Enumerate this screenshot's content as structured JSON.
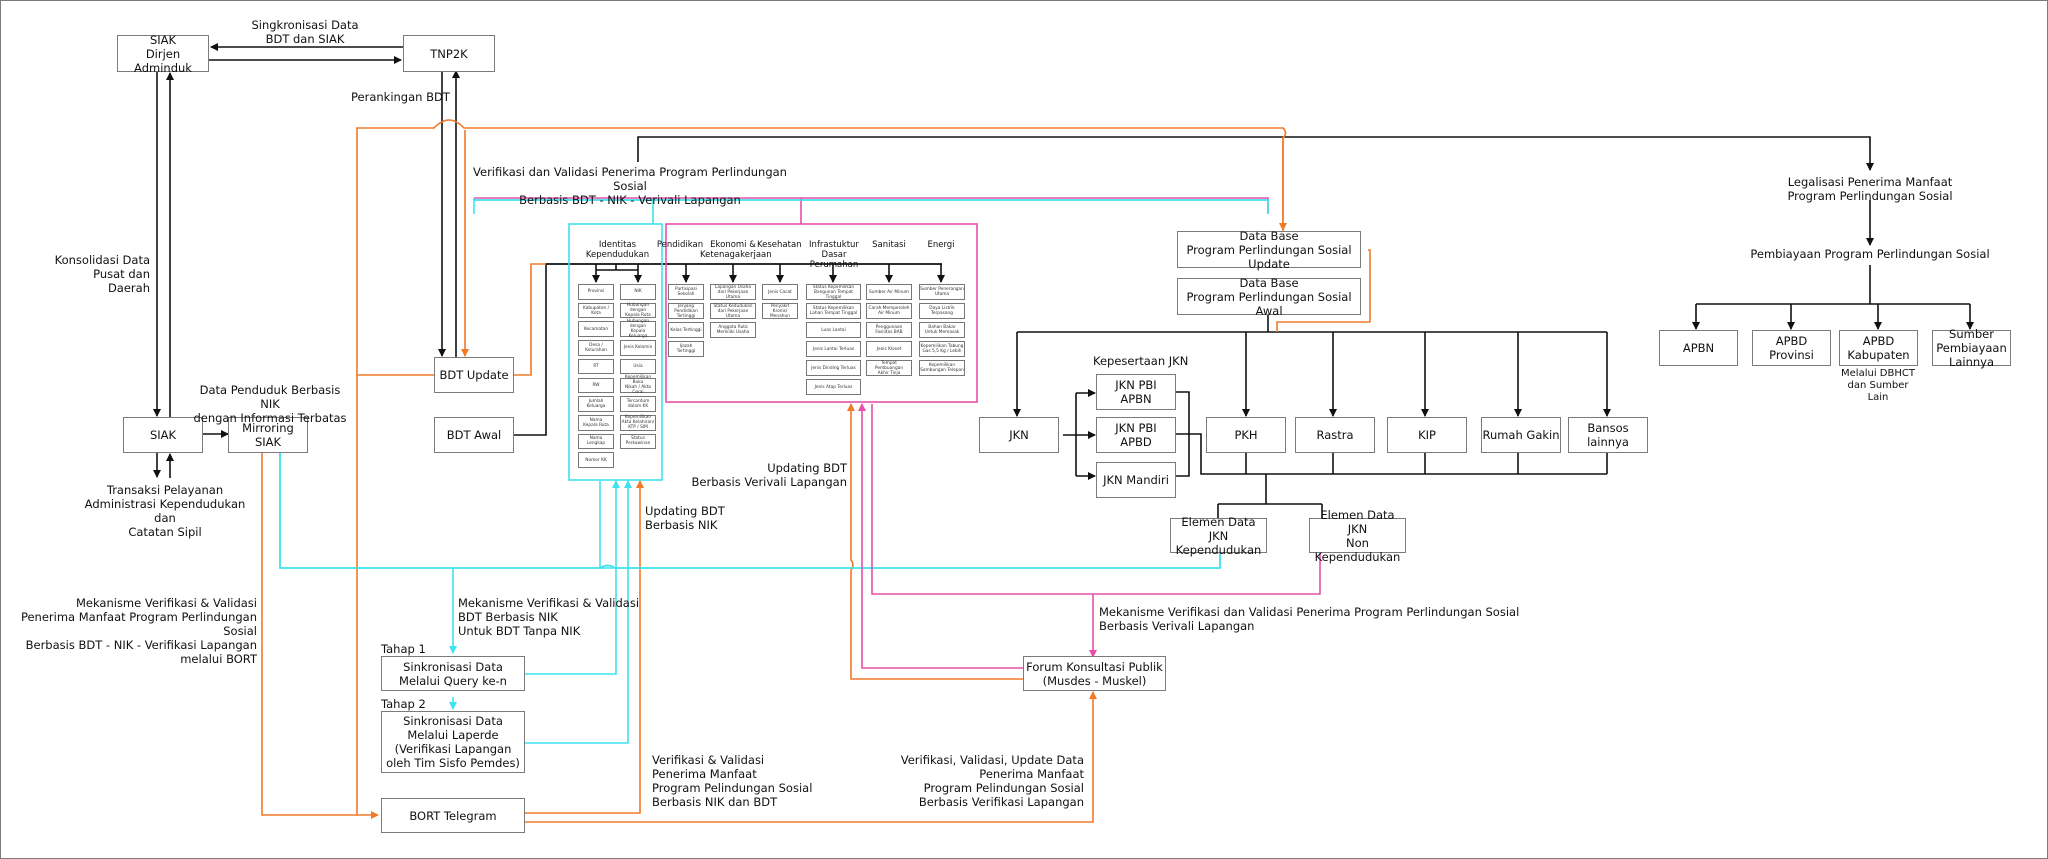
{
  "nodes": {
    "siak_dirjen": "SIAK\nDirjen Adminduk",
    "tnp2k": "TNP2K",
    "siak": "SIAK",
    "mirroring": "Mirroring\nSIAK",
    "bdt_update": "BDT Update",
    "bdt_awal": "BDT Awal",
    "db_update": "Data Base\nProgram Perlindungan Sosial Update",
    "db_awal": "Data Base\nProgram Perlindungan Sosial Awal",
    "jkn": "JKN",
    "jkn_pbi_apbn": "JKN PBI\nAPBN",
    "jkn_pbi_apbd": "JKN PBI\nAPBD",
    "jkn_mandiri": "JKN Mandiri",
    "pkh": "PKH",
    "rastra": "Rastra",
    "kip": "KIP",
    "rumah_gakin": "Rumah Gakin",
    "bansos": "Bansos\nlainnya",
    "elemen_kependudukan": "Elemen Data JKN\nKependudukan",
    "elemen_non": "Elemen Data JKN\nNon Kependudukan",
    "apbn": "APBN",
    "apbd_prov": "APBD\nProvinsi",
    "apbd_kab": "APBD\nKabupaten",
    "sumber_lain": "Sumber\nPembiayaan\nLainnya",
    "sinkron1": "Sinkronisasi Data\nMelalui Query ke-n",
    "sinkron2": "Sinkronisasi Data\nMelalui Laperde\n(Verifikasi Lapangan\noleh Tim Sisfo Pemdes)",
    "bort": "BORT Telegram",
    "forum": "Forum Konsultasi Publik\n(Musdes - Muskel)"
  },
  "labels": {
    "sinkron_siak_bdt": "Singkronisasi Data\nBDT dan SIAK",
    "perankingan": "Perankingan BDT",
    "konsolidasi": "Konsolidasi Data\nPusat dan Daerah",
    "data_penduduk": "Data Penduduk Berbasis NIK\ndengan Informasi Terbatas",
    "transaksi": "Transaksi Pelayanan\nAdministrasi Kependudukan dan\nCatatan Sipil",
    "verval_title": "Verifikasi dan Validasi Penerima Program Perlindungan Sosial\nBerbasis BDT - NIK - Verivali Lapangan",
    "legalisasi": "Legalisasi Penerima Manfaat\nProgram Perlindungan Sosial",
    "pembiayaan": "Pembiayaan Program Perlindungan Sosial",
    "melalui_dbhct": "Melalui DBHCT\ndan Sumber Lain",
    "kepesertaan_jkn": "Kepesertaan JKN",
    "updating_verivali": "Updating BDT\nBerbasis Verivali Lapangan",
    "updating_nik": "Updating BDT\nBerbasis NIK",
    "mekanisme_bort": "Mekanisme Verifikasi & Validasi\nPenerima Manfaat Program Perlindungan Sosial\nBerbasis BDT - NIK - Verifikasi Lapangan\nmelalui BORT",
    "mekanisme_nik": "Mekanisme Verifikasi & Validasi\nBDT Berbasis NIK\nUntuk BDT Tanpa NIK",
    "tahap1": "Tahap 1",
    "tahap2": "Tahap 2",
    "mekanisme_verivali": "Mekanisme Verifikasi dan Validasi Penerima Program Perlindungan Sosial\nBerbasis Verivali Lapangan",
    "verval_nik_bdt": "Verifikasi & Validasi\nPenerima Manfaat\nProgram Pelindungan Sosial\nBerbasis NIK dan BDT",
    "verval_update": "Verifikasi, Validasi, Update Data\nPenerima Manfaat\nProgram Pelindungan Sosial\nBerbasis Verifikasi Lapangan"
  },
  "categories": [
    {
      "title": "Identitas\nKependudukan"
    },
    {
      "title": "Pendidikan"
    },
    {
      "title": "Ekonomi &\nKetenagakerjaan"
    },
    {
      "title": "Kesehatan"
    },
    {
      "title": "Infrastuktur Dasar\nPerumahan"
    },
    {
      "title": "Sanitasi"
    },
    {
      "title": "Energi"
    }
  ],
  "attributes": {
    "identitas_a": [
      "Provinsi",
      "Kabupaten /\nKota",
      "Kecamatan",
      "Desa /\nKelurahan",
      "RT",
      "RW",
      "Jumlah\nKeluarga",
      "Nama\nKepala Ruta",
      "Nama\nLengkap",
      "Nomor KK"
    ],
    "identitas_b": [
      "NIK",
      "Hubungan dengan\nKepala Ruta",
      "Hubungan dengan\nKepala Keluarga",
      "Jenis Kelamin",
      "Usia",
      "Kepemilikan Buku\nNikah / Akta Cerai",
      "Tercantum\ndalam KK",
      "Kepemilikan\nAkta Kelahiran/\nKTP / SIM",
      "Status\nPerkawinan"
    ],
    "pendidikan": [
      "Partisipasi\nSekolah",
      "Jenjang\nPendidikan\nTertinggi",
      "Kelas Tertinggi",
      "Ijazah\nTertinggi"
    ],
    "ekonomi": [
      "Lapangan Usaha\ndari Pekerjaan Utama",
      "Status Kedudukan\ndari Pekerjaan Utama",
      "Anggota Ruta\nMemiliki Usaha"
    ],
    "kesehatan": [
      "Jenis Cacat",
      "Penyakit Kronis/\nMenahun"
    ],
    "infrastruktur": [
      "Status Kepemilikan\nBangunan Tempat Tinggal",
      "Status Kepemilikan\nLahan Tempat Tinggal",
      "Luas Lantai",
      "Jenis Lantai Terluas",
      "Jenis Dinding Terluas",
      "Jenis Atap Terluas"
    ],
    "sanitasi": [
      "Sumber Air Minum",
      "Carah Memperoleh\nAir Minum",
      "Penggunaan\nFasilitas BAB",
      "Jenis Kloset",
      "Tempat Pembuangan\nAkhir Tinja"
    ],
    "energi": [
      "Sumber Penerangan\nUtama",
      "Daya Listrik\nTerpasang",
      "Bahan Bakar\nUntuk Memasak",
      "Kepemilikan Tabung\nGas 5,5 Kg / Lebih",
      "Kepemilikan\nSambungan Telepon"
    ]
  },
  "colors": {
    "line": "#111111",
    "orange": "#f07a2a",
    "cyan": "#3de3ee",
    "pink": "#e650a8",
    "box_border": "#7b7b7b"
  }
}
